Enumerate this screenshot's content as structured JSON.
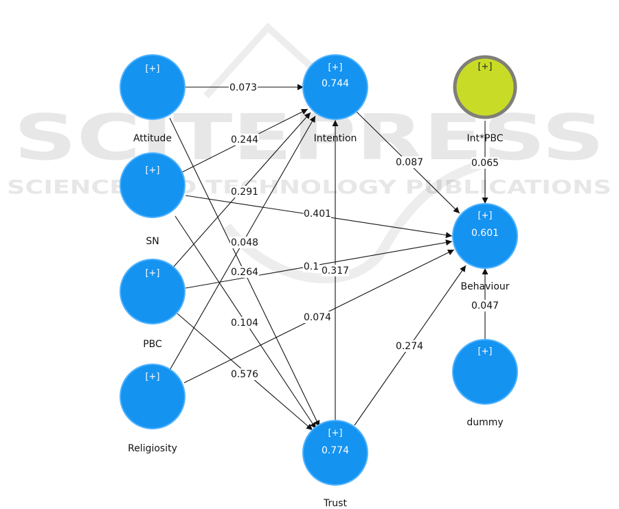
{
  "watermark": {
    "title": "SCITEPRESS",
    "subtitle": "SCIENCE AND TECHNOLOGY PUBLICATIONS"
  },
  "colors": {
    "node_blue": "#1593f0",
    "node_blue_stroke": "#4fb3ff",
    "moderator_fill": "#c8dc27",
    "moderator_stroke": "#7f7f78"
  },
  "nodes": {
    "attitude": {
      "name": "Attitude",
      "plus": "[+]"
    },
    "sn": {
      "name": "SN",
      "plus": "[+]"
    },
    "pbc": {
      "name": "PBC",
      "plus": "[+]"
    },
    "religiosity": {
      "name": "Religiosity",
      "plus": "[+]"
    },
    "intention": {
      "name": "Intention",
      "plus": "[+]",
      "r2": "0.744"
    },
    "trust": {
      "name": "Trust",
      "plus": "[+]",
      "r2": "0.774"
    },
    "int_pbc": {
      "name": "Int*PBC",
      "plus": "[+]"
    },
    "behaviour": {
      "name": "Behaviour",
      "plus": "[+]",
      "r2": "0.601"
    },
    "dummy": {
      "name": "dummy",
      "plus": "[+]"
    }
  },
  "edges": [
    {
      "id": "attitude-intention",
      "label": "0.073"
    },
    {
      "id": "sn-intention",
      "label": "0.244"
    },
    {
      "id": "pbc-intention",
      "label": "0.291"
    },
    {
      "id": "religiosity-intention",
      "label": "0.048"
    },
    {
      "id": "attitude-trust",
      "label": "0.264"
    },
    {
      "id": "sn-trust",
      "label": "0.104"
    },
    {
      "id": "pbc-trust",
      "label": "0.576"
    },
    {
      "id": "sn-behaviour",
      "label": "0.401"
    },
    {
      "id": "pbc-behaviour",
      "label": "0.1"
    },
    {
      "id": "religiosity-behaviour",
      "label": "0.074"
    },
    {
      "id": "trust-intention",
      "label": "0.317"
    },
    {
      "id": "intention-behaviour",
      "label": "0.087"
    },
    {
      "id": "trust-behaviour",
      "label": "0.274"
    },
    {
      "id": "intpbc-behaviour",
      "label": "0.065"
    },
    {
      "id": "dummy-behaviour",
      "label": "0.047"
    }
  ]
}
